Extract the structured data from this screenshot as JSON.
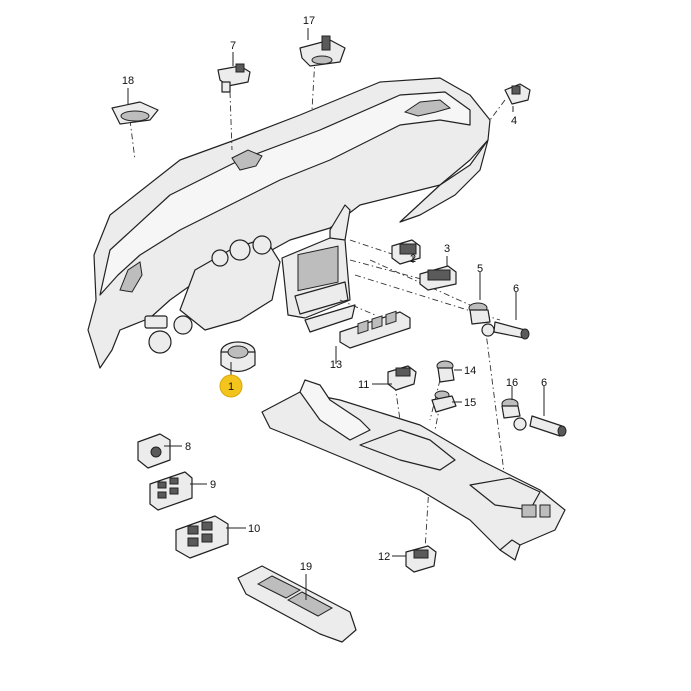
{
  "callouts": [
    {
      "id": "1",
      "label": "1",
      "highlighted": true
    },
    {
      "id": "2",
      "label": "2"
    },
    {
      "id": "3",
      "label": "3"
    },
    {
      "id": "4",
      "label": "4"
    },
    {
      "id": "5",
      "label": "5"
    },
    {
      "id": "6a",
      "label": "6"
    },
    {
      "id": "6b",
      "label": "6"
    },
    {
      "id": "7",
      "label": "7"
    },
    {
      "id": "8",
      "label": "8"
    },
    {
      "id": "9",
      "label": "9"
    },
    {
      "id": "10",
      "label": "10"
    },
    {
      "id": "11",
      "label": "11"
    },
    {
      "id": "12",
      "label": "12"
    },
    {
      "id": "13",
      "label": "13"
    },
    {
      "id": "14",
      "label": "14"
    },
    {
      "id": "15",
      "label": "15"
    },
    {
      "id": "16",
      "label": "16"
    },
    {
      "id": "17",
      "label": "17"
    },
    {
      "id": "18",
      "label": "18"
    },
    {
      "id": "19",
      "label": "19"
    }
  ],
  "colors": {
    "highlight": "#f2c41c",
    "line": "#222222",
    "part_fill": "#ececec"
  }
}
